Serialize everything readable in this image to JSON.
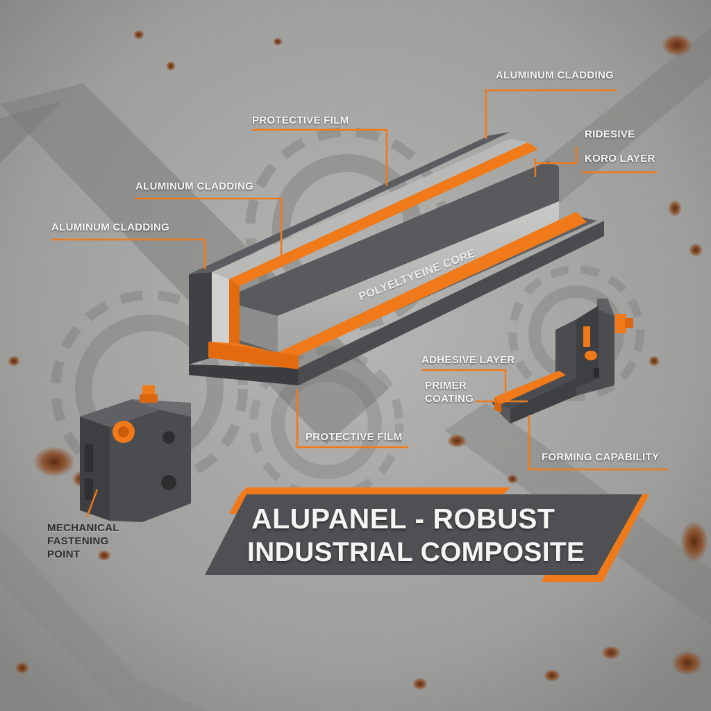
{
  "title": {
    "line1": "ALUPANEL - ROBUST",
    "line2": "INDUSTRIAL COMPOSITE"
  },
  "labels": {
    "aluminum_cladding_top": "ALUMINUM CLADDING",
    "ridesive": "RIDESIVE",
    "koro_layer": "KORO LAYER",
    "protective_film_top": "PROTECTIVE FILM",
    "aluminum_cladding_mid": "ALUMINUM CLADDING",
    "aluminum_cladding_left": "ALUMINUM CLADDING",
    "core": "POLYELTYEINE CORE",
    "protective_film_bottom": "PROTECTIVE FILM",
    "adhesive_layer": "ADHESIVE LAYER",
    "primer_coating": "PRIMER COATING",
    "forming_capability": "FORMING CAPABILITY",
    "mechanical_fastening_point": "MECHANICAL FASTENING POINT"
  },
  "colors": {
    "accent_orange": "#f07a1a",
    "dark_steel": "#4d4f52",
    "panel_gray": "#9c9c9a",
    "wall": "#a3a3a1"
  },
  "icons": [
    "gear-icon",
    "bracket-icon",
    "bolt-icon",
    "rust-stain"
  ]
}
